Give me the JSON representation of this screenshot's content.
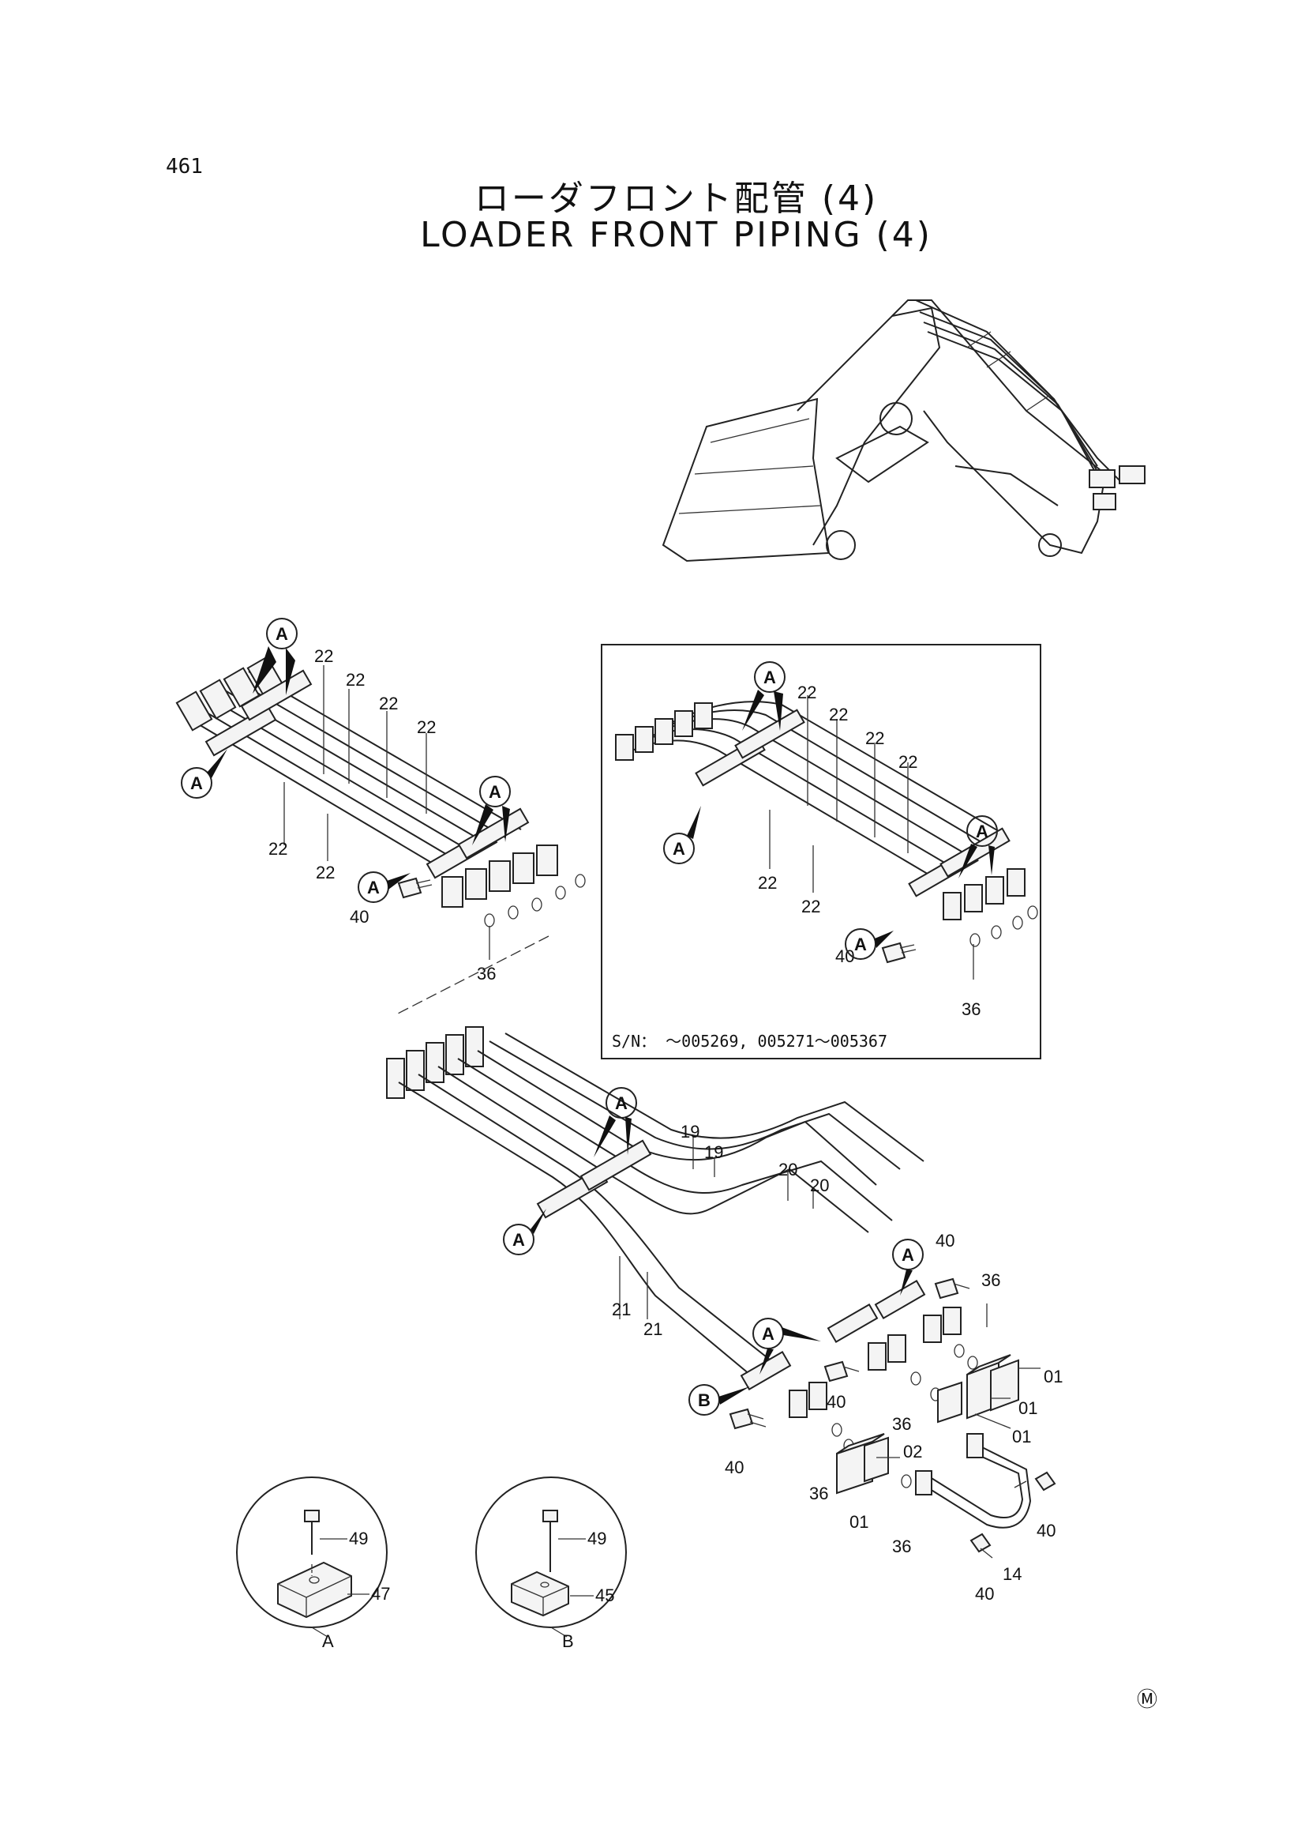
{
  "page_number": "461",
  "title_jp": "ローダフロント配管 (4)",
  "title_en": "LOADER FRONT PIPING (4)",
  "serial_note": "S/N： ～005269, 005271～005367",
  "detail_a_label": "A",
  "detail_b_label": "B",
  "callout_a": "A",
  "callout_b": "B",
  "part_numbers": {
    "p01": "01",
    "p02": "02",
    "p14": "14",
    "p19": "19",
    "p20": "20",
    "p21": "21",
    "p22": "22",
    "p36": "36",
    "p40": "40",
    "p45": "45",
    "p47": "47",
    "p49": "49"
  },
  "corner_mark": "Ⓜ"
}
